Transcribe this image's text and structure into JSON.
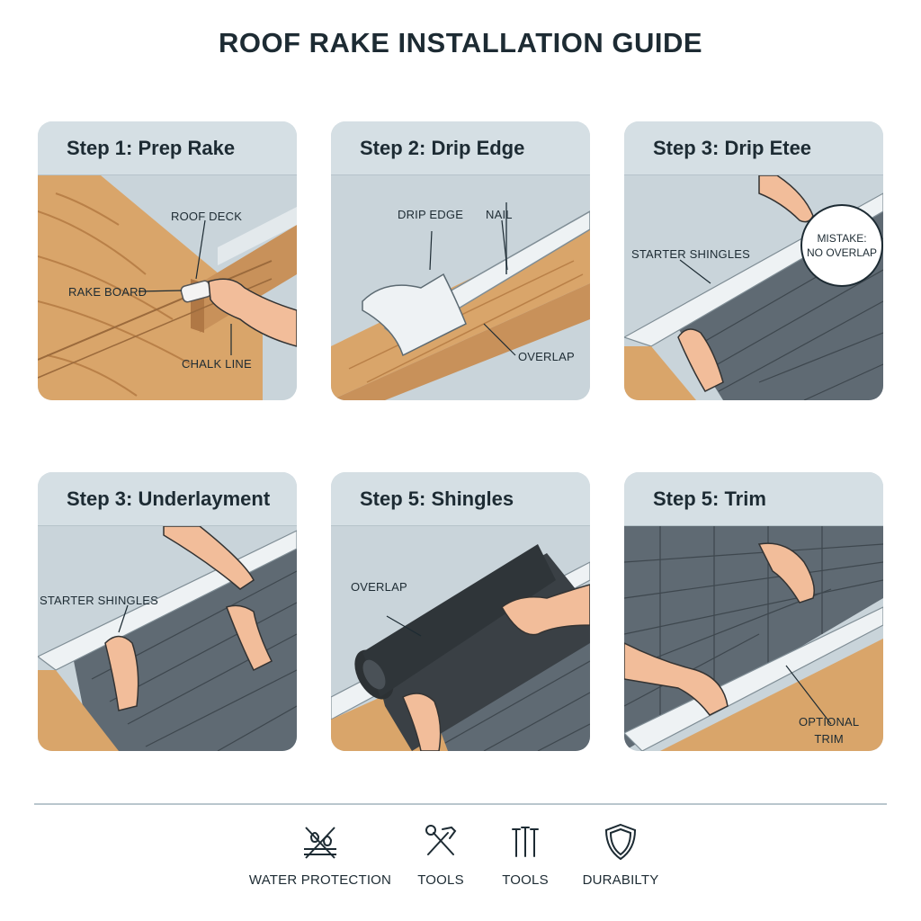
{
  "title": "ROOF RAKE INSTALLATION GUIDE",
  "steps": [
    {
      "title": "Step 1: Prep Rake",
      "labels": {
        "roof_deck": "ROOF DECK",
        "rake_board": "RAKE BOARD",
        "chalk_line": "CHALK LINE"
      }
    },
    {
      "title": "Step 2: Drip Edge",
      "labels": {
        "drip_edge": "DRIP EDGE",
        "nail": "NAIL",
        "overlap": "OVERLAP"
      }
    },
    {
      "title": "Step 3: Drip Etee",
      "labels": {
        "starter_shingles": "STARTER SHINGLES",
        "mistake_line1": "MISTAKE:",
        "mistake_line2": "NO OVERLAP"
      }
    },
    {
      "title": "Step 3: Underlayment",
      "labels": {
        "starter_shingles": "STARTER SHINGLES"
      }
    },
    {
      "title": "Step 5: Shingles",
      "labels": {
        "overlap": "OVERLAP"
      }
    },
    {
      "title": "Step 5: Trim",
      "labels": {
        "optional_line1": "OPTIONAL",
        "optional_line2": "TRIM"
      }
    }
  ],
  "footer": [
    {
      "label": "WATER PROTECTION",
      "icon": "water-protection-icon"
    },
    {
      "label": "TOOLS",
      "icon": "hammer-wrench-icon"
    },
    {
      "label": "TOOLS",
      "icon": "nails-icon"
    },
    {
      "label": "DURABILTY",
      "icon": "shield-icon"
    }
  ],
  "colors": {
    "wood": "#d9a56a",
    "wood_dark": "#b98048",
    "shingle": "#5f6a73",
    "sky": "#cfd9df",
    "skin": "#f2bd9a",
    "metal": "#eef2f4"
  }
}
